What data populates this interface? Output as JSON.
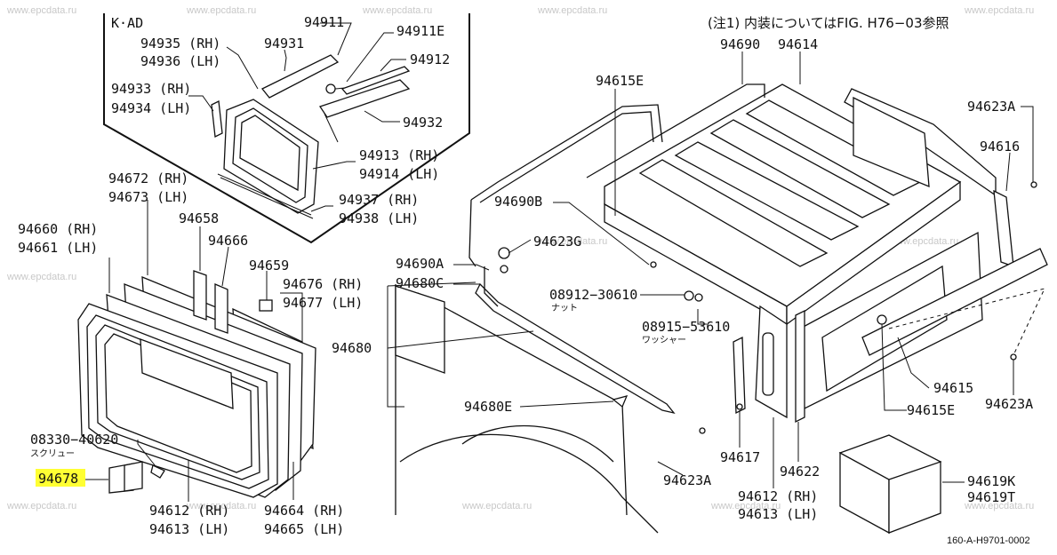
{
  "watermark": "www.epcdata.ru",
  "note": "(注1) 内装についてはFIG. H76−03参照",
  "inset_title": "K·AD",
  "diagram_code": "160-A-H9701-0002",
  "highlighted_part": "94678",
  "labels": {
    "p94911": "94911",
    "p94911E": "94911E",
    "p94935": "94935 (RH)",
    "p94936": "94936 (LH)",
    "p94931": "94931",
    "p94912": "94912",
    "p94933": "94933 (RH)",
    "p94934": "94934 (LH)",
    "p94932": "94932",
    "p94913": "94913 (RH)",
    "p94914": "94914 (LH)",
    "p94937": "94937 (RH)",
    "p94938": "94938 (LH)",
    "p94672": "94672 (RH)",
    "p94673": "94673 (LH)",
    "p94658": "94658",
    "p94666": "94666",
    "p94660": "94660 (RH)",
    "p94661": "94661 (LH)",
    "p94659": "94659",
    "p94676": "94676 (RH)",
    "p94677": "94677 (LH)",
    "p94680": "94680",
    "p08330": "08330−40620",
    "p08330_sub": "スクリュー",
    "p94678": "94678",
    "p94612L": "94612 (RH)",
    "p94613L": "94613 (LH)",
    "p94664": "94664 (RH)",
    "p94665": "94665 (LH)",
    "p94690": "94690",
    "p94614": "94614",
    "p94615E_top": "94615E",
    "p94623A_tr": "94623A",
    "p94616": "94616",
    "p94690B": "94690B",
    "p94623G": "94623G",
    "p94690A": "94690A",
    "p94680C": "94680C",
    "p08912": "08912−30610",
    "p08912_sub": "ナット",
    "p08915": "08915−53610",
    "p08915_sub": "ワッシャー",
    "p94680E": "94680E",
    "p94615": "94615",
    "p94615E_bot": "94615E",
    "p94623A_r": "94623A",
    "p94617": "94617",
    "p94622": "94622",
    "p94623A_b": "94623A",
    "p94612R": "94612 (RH)",
    "p94613R": "94613 (LH)",
    "p94619K": "94619K",
    "p94619T": "94619T"
  }
}
